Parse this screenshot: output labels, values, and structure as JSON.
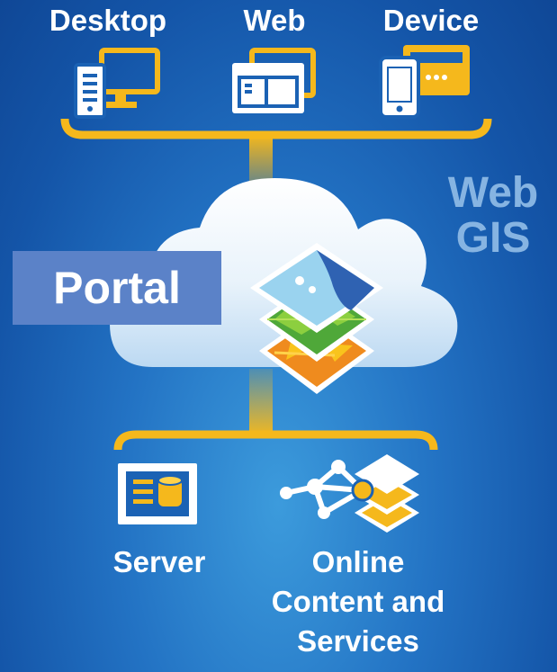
{
  "clients": {
    "desktop_label": "Desktop",
    "web_label": "Web",
    "device_label": "Device"
  },
  "web_gis": {
    "line1": "Web",
    "line2": "GIS"
  },
  "portal": {
    "label": "Portal"
  },
  "services": {
    "server_label": "Server",
    "online_line1": "Online",
    "online_line2": "Content and",
    "online_line3": "Services"
  },
  "colors": {
    "background": "#1b62b4",
    "connector": "#f5b81c",
    "portal_box": "#5b82c8",
    "web_gis_text": "#86b4e2",
    "cloud": "#e6f2fb"
  },
  "icons": {
    "desktop": "desktop-computer-icon",
    "web": "browser-window-icon",
    "device": "phone-tablet-icon",
    "portal": "map-layers-icon",
    "server": "server-database-icon",
    "online": "network-layers-icon"
  }
}
